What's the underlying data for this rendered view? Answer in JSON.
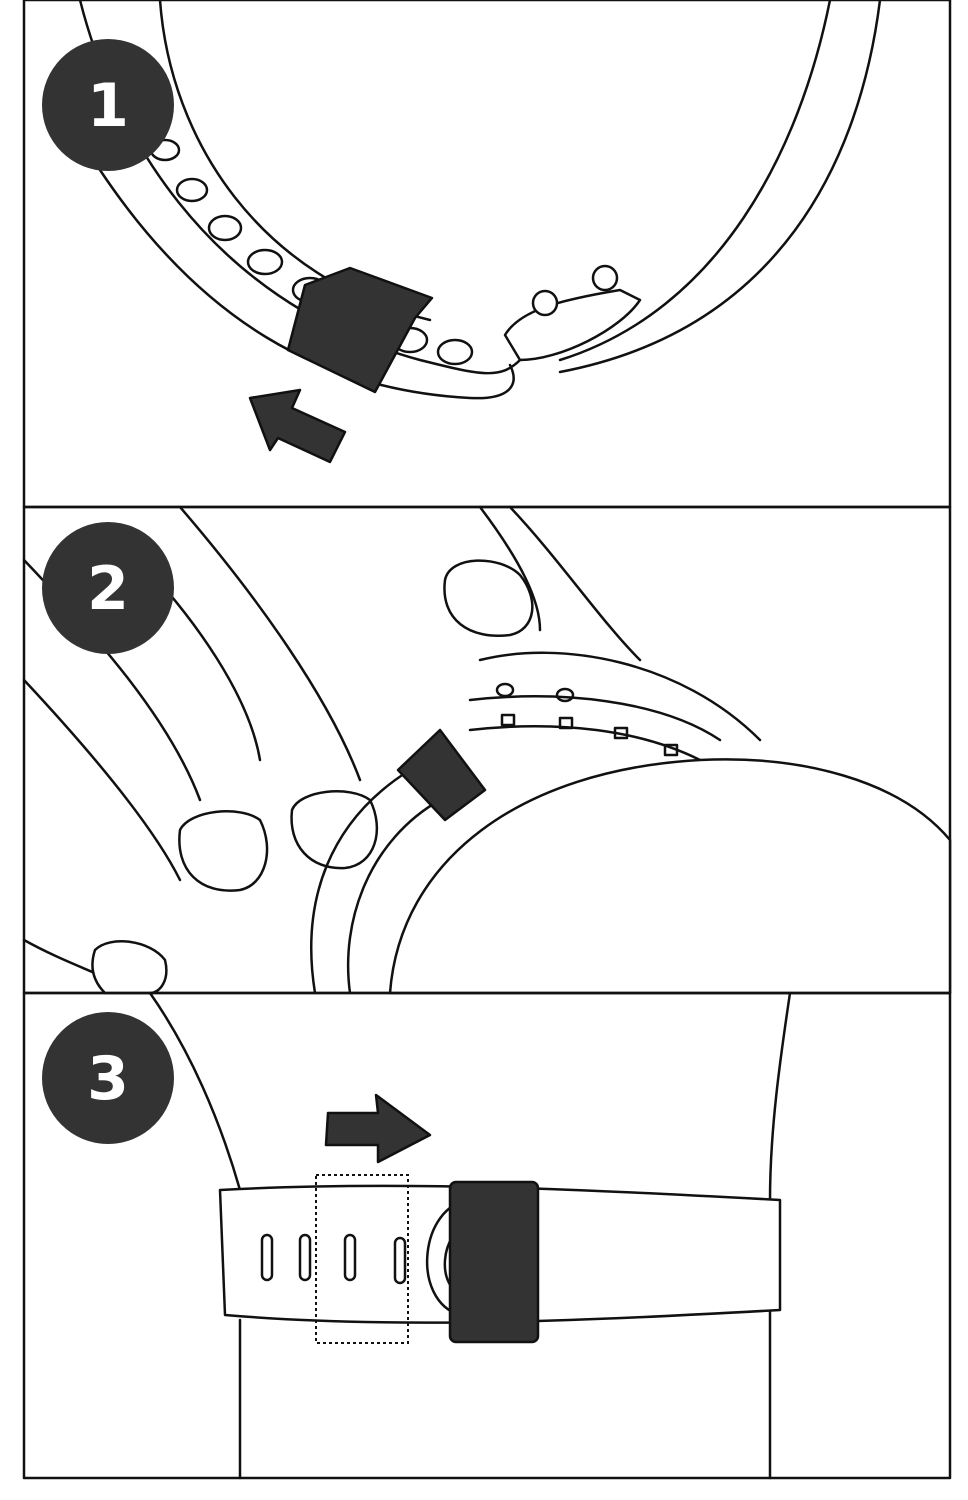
{
  "steps": [
    {
      "number": "1",
      "action": "slide-keeper-off"
    },
    {
      "number": "2",
      "action": "fasten-band"
    },
    {
      "number": "3",
      "action": "slide-keeper-over"
    }
  ],
  "colors": {
    "badge": "#333333",
    "keeper": "#333333",
    "line": "#111111"
  }
}
